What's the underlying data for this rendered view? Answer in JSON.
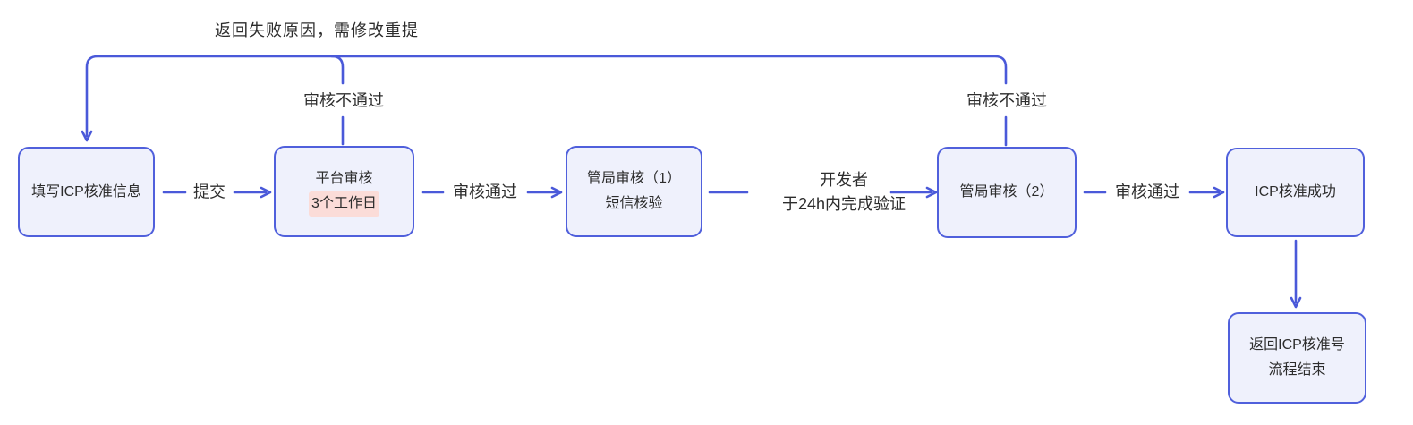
{
  "diagram": {
    "top_label": "返回失败原因，需修改重提",
    "nodes": {
      "fill_info": {
        "text": "填写ICP核准信息"
      },
      "platform_review": {
        "line1": "平台审核",
        "line2": "3个工作日"
      },
      "bureau_review_1": {
        "line1": "管局审核（1）",
        "line2": "短信核验"
      },
      "bureau_review_2": {
        "text": "管局审核（2）"
      },
      "icp_success": {
        "text": "ICP核准成功"
      },
      "return_result": {
        "line1": "返回ICP核准号",
        "line2": "流程结束"
      }
    },
    "edge_labels": {
      "submit": "提交",
      "platform_pass": "审核通过",
      "developer_line1": "开发者",
      "developer_line2": "于24h内完成验证",
      "bureau_pass": "审核通过",
      "platform_fail": "审核不通过",
      "bureau_fail": "审核不通过"
    },
    "colors": {
      "line": "#4a59d9",
      "node_border": "#5060dc",
      "node_fill": "#eff1fc",
      "highlight_bg": "#fbdcd8",
      "text": "#2d2d2d"
    }
  }
}
